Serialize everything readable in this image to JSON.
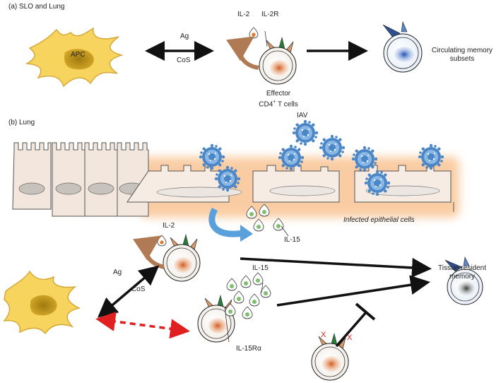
{
  "panel_a": {
    "title": "(a)  SLO and Lung",
    "apc": "APC",
    "ag": "Ag",
    "cos": "CoS",
    "il2": "IL-2",
    "il2r": "IL-2R",
    "effector_line1": "Effector",
    "effector_line2_pre": "CD4",
    "effector_line2_sup": "+",
    "effector_line2_post": " T cells",
    "circulating_line1": "Circulating memory",
    "circulating_line2": "subsets"
  },
  "panel_b": {
    "title": "(b)  Lung",
    "iav": "IAV",
    "infected": "Infected epithelial cells",
    "il15_top": "IL-15",
    "il2": "IL-2",
    "ag": "Ag",
    "cos": "CoS",
    "il15": "IL-15",
    "il15ra": "IL-15Rα",
    "trm_line1": "Tissue-resident",
    "trm_line2": "memory",
    "x1": "X",
    "x2": "X"
  },
  "colors": {
    "apc_fill": "#f7d45e",
    "apc_nucleus": "#c49a1c",
    "effector_nucleus": "#e2772a",
    "circ_nucleus": "#3a66c4",
    "trm_nucleus": "#666666",
    "virus": "#4b86c7",
    "il15": "#88c47a",
    "epithelium": "#f3e6dc",
    "infected_glow": "#f7a45a",
    "red_arrow": "#e02020",
    "il2_arrow": "#b07a55",
    "blue_arrow": "#5aa0dc"
  }
}
